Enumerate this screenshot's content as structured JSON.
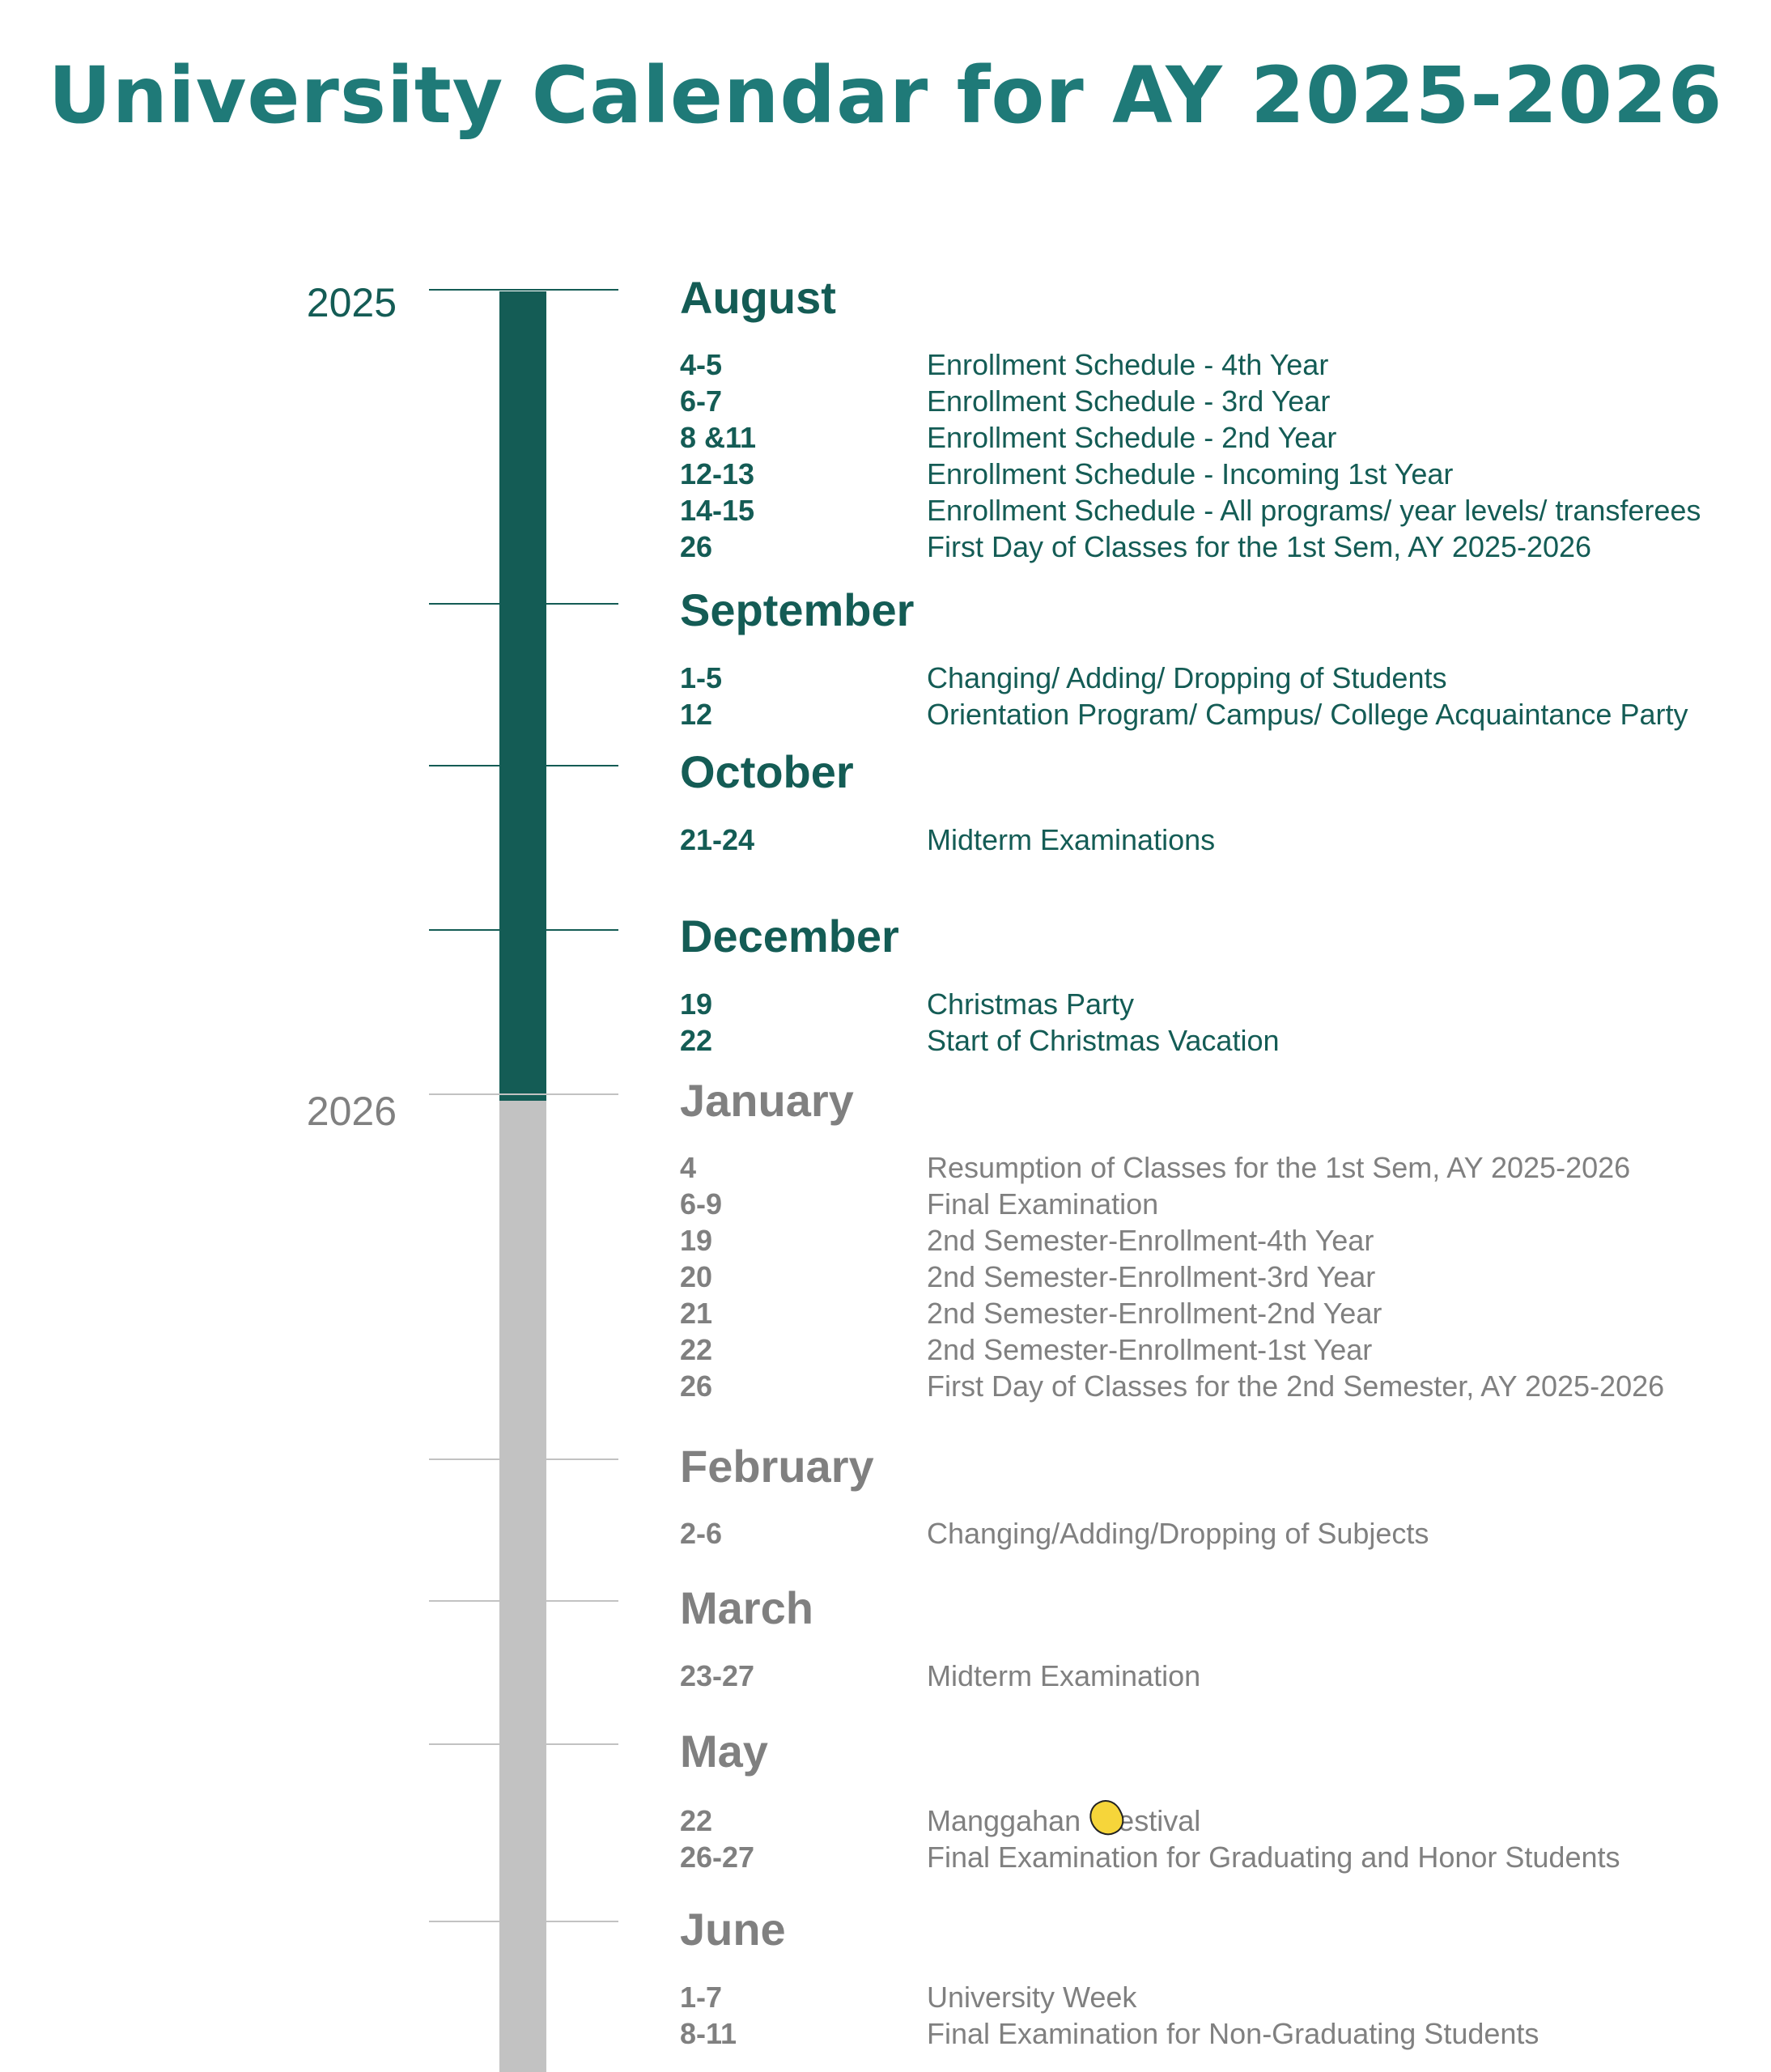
{
  "title": "University Calendar for AY 2025-2026",
  "years": {
    "y2025": "2025",
    "y2026": "2026"
  },
  "colors": {
    "accent": "#1f7a78",
    "year2025": "#145c55",
    "year2026": "#808080",
    "bar2026": "#c2c2c2"
  },
  "months": [
    {
      "name": "August",
      "events": [
        {
          "date": "4-5",
          "text": "Enrollment Schedule - 4th Year"
        },
        {
          "date": "6-7",
          "text": "Enrollment Schedule - 3rd Year"
        },
        {
          "date": "8 &11",
          "text": "Enrollment Schedule - 2nd Year"
        },
        {
          "date": "12-13",
          "text": "Enrollment Schedule - Incoming 1st Year"
        },
        {
          "date": "14-15",
          "text": "Enrollment Schedule - All programs/ year levels/ transferees"
        },
        {
          "date": "26",
          "text": "First Day of Classes for the 1st Sem, AY 2025-2026"
        }
      ]
    },
    {
      "name": "September",
      "events": [
        {
          "date": "1-5",
          "text": "Changing/ Adding/ Dropping of Students"
        },
        {
          "date": "12",
          "text": "Orientation Program/ Campus/ College Acquaintance Party"
        }
      ]
    },
    {
      "name": "October",
      "events": [
        {
          "date": "21-24",
          "text": "Midterm Examinations"
        }
      ]
    },
    {
      "name": "December",
      "events": [
        {
          "date": "19",
          "text": "Christmas Party"
        },
        {
          "date": "22",
          "text": "Start of Christmas Vacation"
        }
      ]
    },
    {
      "name": "January",
      "events": [
        {
          "date": "4",
          "text": "Resumption of Classes for the 1st Sem, AY 2025-2026"
        },
        {
          "date": "6-9",
          "text": "Final Examination"
        },
        {
          "date": "19",
          "text": "2nd Semester-Enrollment-4th Year"
        },
        {
          "date": "20",
          "text": "2nd Semester-Enrollment-3rd Year"
        },
        {
          "date": "21",
          "text": "2nd Semester-Enrollment-2nd Year"
        },
        {
          "date": "22",
          "text": "2nd Semester-Enrollment-1st Year"
        },
        {
          "date": "26",
          "text": "First Day of Classes for the 2nd Semester, AY 2025-2026"
        }
      ]
    },
    {
      "name": "February",
      "events": [
        {
          "date": "2-6",
          "text": "Changing/Adding/Dropping of Subjects"
        }
      ]
    },
    {
      "name": "March",
      "events": [
        {
          "date": "23-27",
          "text": "Midterm Examination"
        }
      ]
    },
    {
      "name": "May",
      "events": [
        {
          "date": "22",
          "text_a": "Manggahan ",
          "icon": "mango-icon",
          "text_b": "estival"
        },
        {
          "date": "26-27",
          "text": "Final Examination for Graduating and Honor Students"
        }
      ]
    },
    {
      "name": "June",
      "events": [
        {
          "date": "1-7",
          "text": "University Week"
        },
        {
          "date": "8-11",
          "text": "Final Examination for Non-Graduating Students"
        }
      ]
    }
  ]
}
